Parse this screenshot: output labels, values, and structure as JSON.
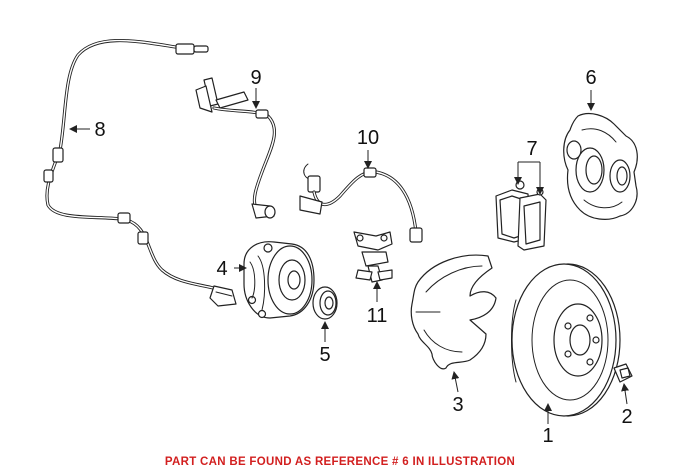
{
  "callouts": [
    "1",
    "2",
    "3",
    "4",
    "5",
    "6",
    "7",
    "8",
    "9",
    "10",
    "11"
  ],
  "caption": {
    "text": "PART CAN BE FOUND AS REFERENCE # 6 IN ILLUSTRATION",
    "color": "#d21f1f"
  },
  "line_color": "#222222"
}
